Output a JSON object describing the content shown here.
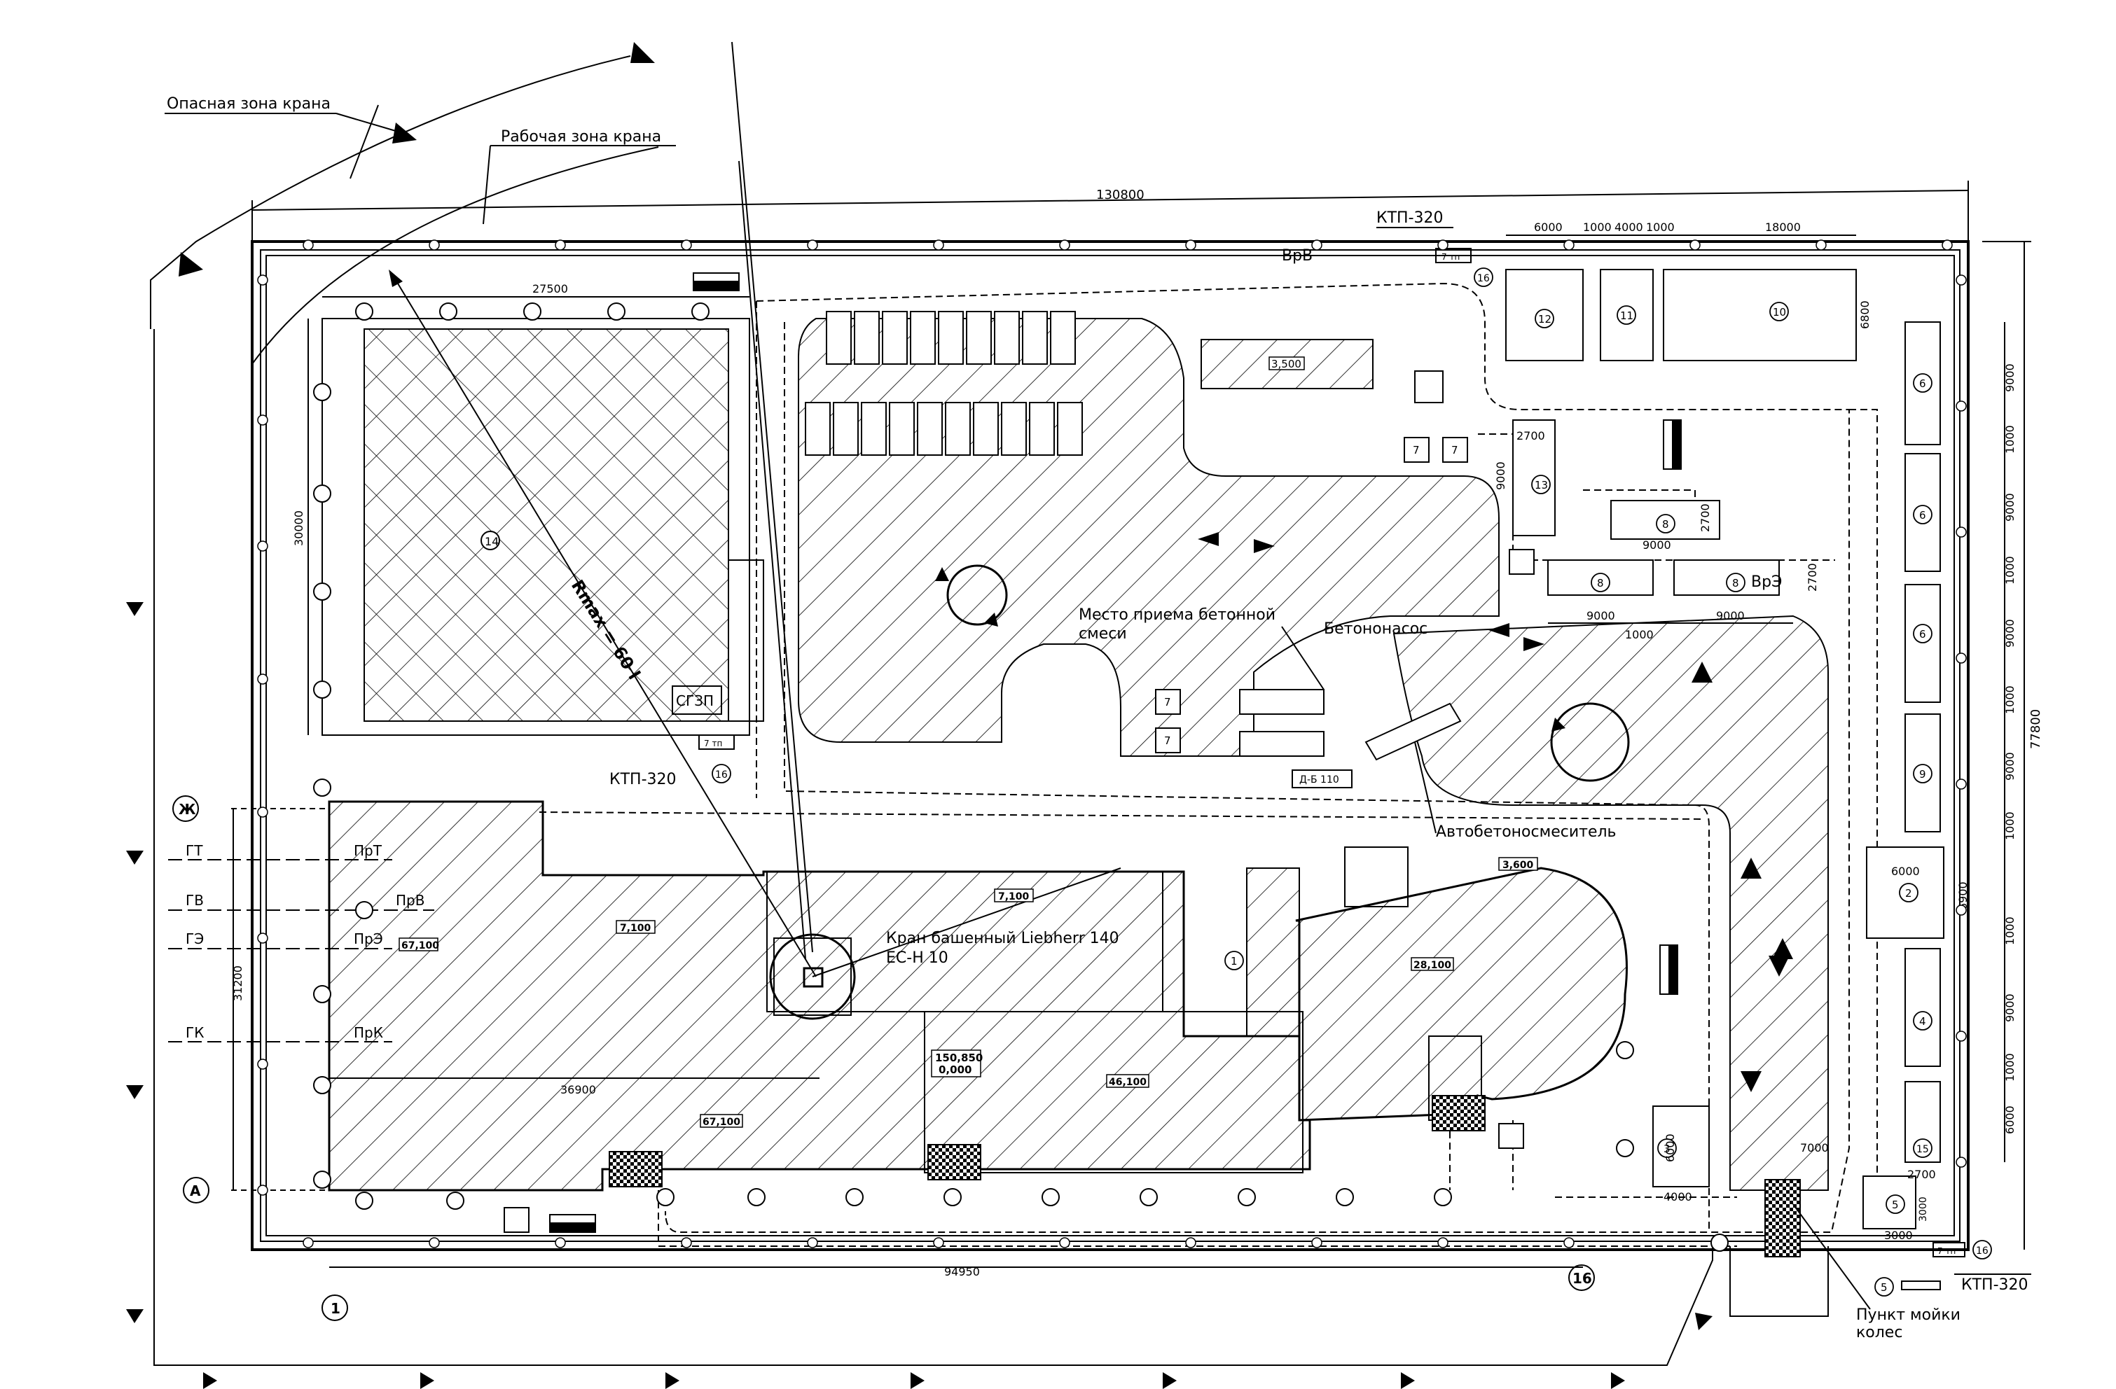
{
  "labels": {
    "danger_zone": "Опасная зона крана",
    "work_zone": "Рабочая зона крана",
    "rmax": "Rmax = 60 l",
    "ktp_top": "КТП-320",
    "ktp_mid": "КТП-320",
    "ktp_bottom": "КТП-320",
    "vrv": "ВрВ",
    "vre": "ВрЭ",
    "concrete_place_1": "Место приема бетонной",
    "concrete_place_2": "смеси",
    "concrete_pump": "Бетононасос",
    "mixer_truck": "Автобетоносмеситель",
    "crane_1": "Кран башенный Liebherr 140",
    "crane_2": "EC-H 10",
    "wash_1": "Пункт мойки",
    "wash_2": "колес",
    "sgz": "СГЗП",
    "axis_zh": "Ж",
    "axis_a": "А",
    "axis_1": "1",
    "axis_16": "16",
    "pole_7tp": "7 тп",
    "ds": "Д-Б 110"
  },
  "utility_lines": {
    "gt": "ГТ",
    "prt": "ПрТ",
    "gv": "ГВ",
    "prv": "ПрВ",
    "ge": "ГЭ",
    "pre": "ПрЭ",
    "gk": "ГК",
    "prk": "ПрК"
  },
  "dimensions": {
    "top_total": "130800",
    "right_total": "77800",
    "bottom": "94950",
    "left_main": "31200",
    "storage_w": "27500",
    "storage_h": "30000",
    "b36900": "36900",
    "d6000": "6000",
    "d1000a": "1000",
    "d4000": "4000",
    "d1000b": "1000",
    "d18000": "18000",
    "d6800": "6800",
    "d2700a": "2700",
    "d9000a": "9000",
    "d2700b": "2700",
    "d9000b": "9000",
    "d2700c": "2700",
    "d9000c": "9000",
    "d1000c": "1000",
    "d9000d": "9000",
    "d6000b": "6000",
    "d4000b": "4000",
    "d7000": "7000",
    "d2700d": "2700",
    "d3000a": "3000",
    "d3000b": "3000",
    "r9000a": "9000",
    "r1000a": "1000",
    "r9000b": "9000",
    "r1000b": "1000",
    "r9000c": "9000",
    "r1000c": "1000",
    "r9000d": "9000",
    "r1000d": "1000",
    "r6900": "6900",
    "r1000e": "1000",
    "r9000e": "9000",
    "r1000f": "1000",
    "r6000": "6000",
    "r6000b": "6000"
  },
  "elevations": {
    "e3500": "3,500",
    "e3600": "3,600",
    "e7100a": "7,100",
    "e7100b": "7,100",
    "e67100a": "67,100",
    "e67100b": "67,100",
    "e28100": "28,100",
    "e46100": "46,100",
    "e150850": "150,850",
    "e0000": "0,000"
  },
  "markers": {
    "m1": "1",
    "m2": "2",
    "m3": "3",
    "m4": "4",
    "m5": "5",
    "m6a": "6",
    "m6b": "6",
    "m6c": "6",
    "m7a": "7",
    "m7b": "7",
    "m7c": "7",
    "m7d": "7",
    "m8a": "8",
    "m8b": "8",
    "m8c": "8",
    "m9": "9",
    "m10": "10",
    "m11": "11",
    "m12": "12",
    "m13": "13",
    "m14": "14",
    "m15": "15",
    "m16a": "16",
    "m16b": "16",
    "m16c": "16"
  }
}
